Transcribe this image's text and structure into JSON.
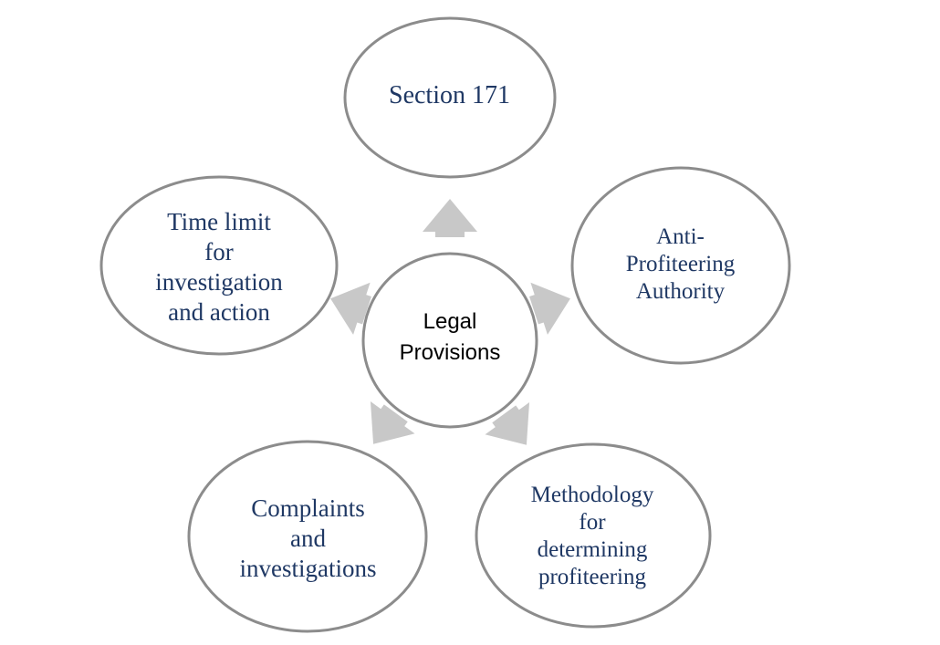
{
  "diagram": {
    "center": {
      "label": "Legal\nProvisions"
    },
    "nodes": [
      {
        "id": "section-171",
        "label": "Section 171"
      },
      {
        "id": "anti-profiteering-authority",
        "label": "Anti-\nProfiteering\nAuthority"
      },
      {
        "id": "methodology",
        "label": "Methodology\nfor\ndetermining\nprofiteering"
      },
      {
        "id": "complaints",
        "label": "Complaints\nand\ninvestigations"
      },
      {
        "id": "time-limit",
        "label": "Time limit\nfor\ninvestigation\nand action"
      }
    ]
  },
  "colors": {
    "ellipse_stroke": "#8c8c8c",
    "arrow_fill": "#c8c8c8",
    "node_text": "#1f3864",
    "center_text": "#000000"
  }
}
